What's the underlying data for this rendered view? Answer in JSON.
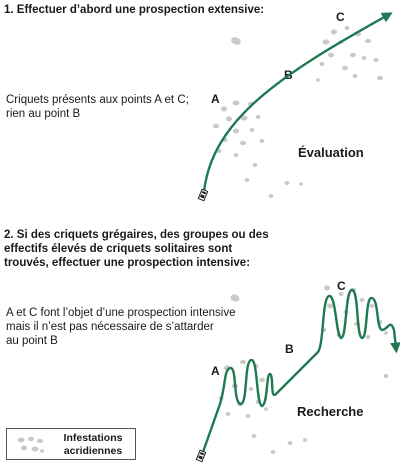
{
  "step1": {
    "heading": "1. Effectuer d’abord une prospection extensive:",
    "note": "Criquets présents aux points A et C;\nrien au point B",
    "label": "Évaluation",
    "points": {
      "a": "A",
      "b": "B",
      "c": "C"
    }
  },
  "step2": {
    "heading": "2. Si des criquets grégaires, des groupes ou des\neffectifs élevés de criquets solitaires sont\ntrouvés, effectuer une prospection intensive:",
    "note": "A et C font l’objet d’une prospection intensive\nmais il n’est pas nécessaire de s’attarder\nau point B",
    "label": "Recherche",
    "points": {
      "a": "A",
      "b": "B",
      "c": "C"
    }
  },
  "legend": {
    "label": "Infestations\nacridiennes"
  },
  "colors": {
    "route": "#1f7a52",
    "infestation": "#c9c9c9",
    "text": "#1a1a1a"
  },
  "icons": {
    "vehicle": "vehicle-icon",
    "infestation": "infestation-patch-icon"
  }
}
